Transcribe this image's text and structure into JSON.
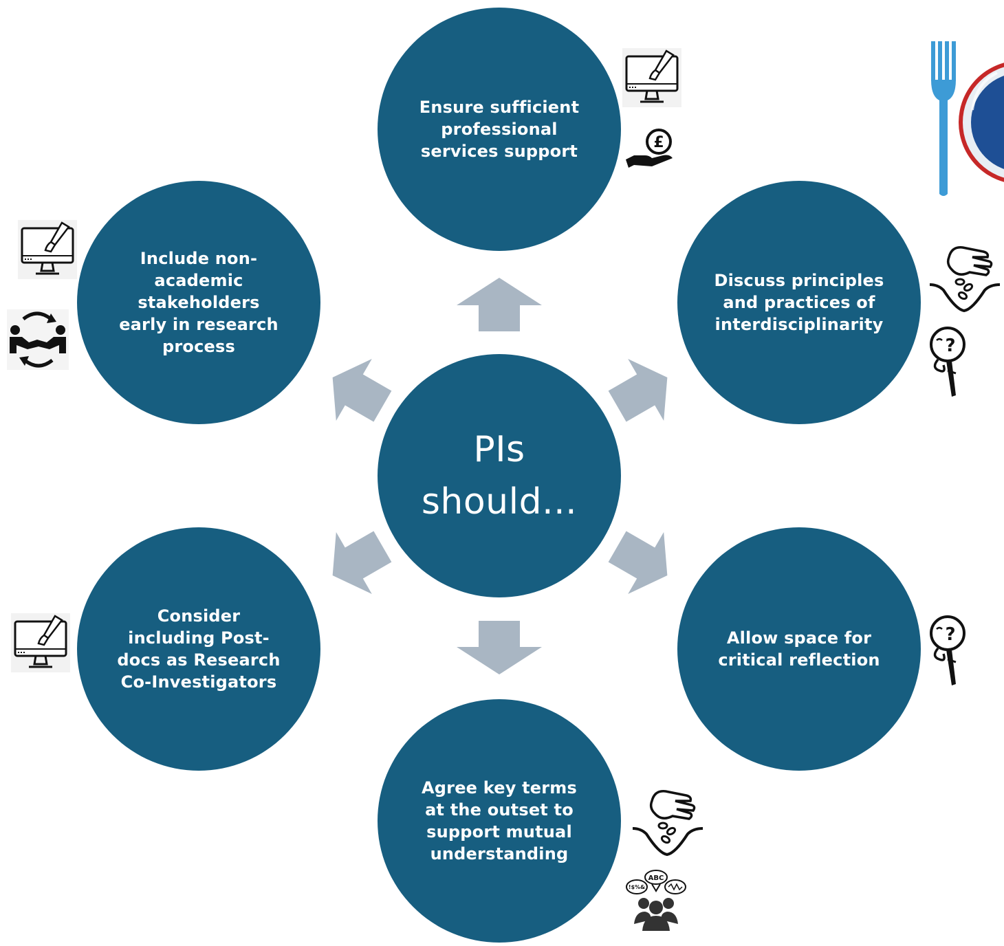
{
  "colors": {
    "circle_fill": "#175e80",
    "arrow_fill": "#a9b6c3",
    "text": "#ffffff",
    "icon_stroke": "#111111",
    "fork_accent": "#3d9bd6",
    "plate_accent": "#c62828"
  },
  "center": {
    "line1": "PIs",
    "line2": "should..."
  },
  "nodes": {
    "top": "Ensure sufficient professional services support",
    "upper_right": "Discuss principles and practices of interdisciplinarity",
    "lower_right": "Allow space for critical reflection",
    "bottom": "Agree key terms at the outset to support mutual understanding",
    "lower_left": "Consider including  Post-docs  as Research Co-Investigators",
    "upper_left": "Include non-academic stakeholders early in research process"
  },
  "icons": {
    "computer": "computer-paintbrush-icon",
    "money": "hand-pound-coin-icon",
    "seeds": "hand-sowing-seeds-icon",
    "thinking": "thinking-head-magnifier-icon",
    "handshake": "handshake-cycle-icon",
    "speech": "group-speech-bubbles-icon",
    "fork_plate": "fork-and-plate-icon",
    "speech_bubbles": [
      "ABC",
      "!$%&"
    ]
  }
}
